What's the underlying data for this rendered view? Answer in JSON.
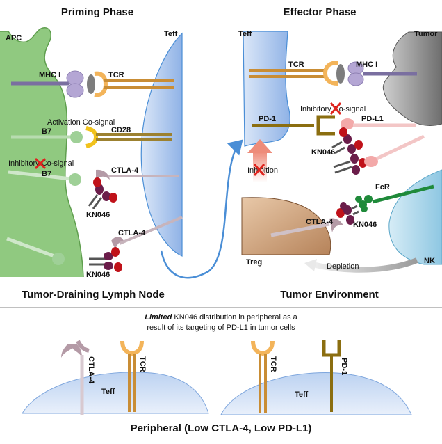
{
  "titles": {
    "priming": "Priming Phase",
    "effector": "Effector Phase",
    "lymph_node": "Tumor-Draining Lymph Node",
    "tumor_env": "Tumor Environment",
    "peripheral": "Peripheral (Low CTLA-4, Low PD-L1)"
  },
  "priming": {
    "apc": "APC",
    "teff": "Teff",
    "mhc": "MHC I",
    "tcr": "TCR",
    "activation": "Activation Co-signal",
    "b7_1": "B7",
    "cd28": "CD28",
    "inhibitory": "Inhibitory Co-signal",
    "b7_2": "B7",
    "ctla4_1": "CTLA-4",
    "kn046_1": "KN046",
    "ctla4_2": "CTLA-4",
    "kn046_2": "KN046"
  },
  "effector": {
    "teff": "Teff",
    "tumor": "Tumor",
    "tcr": "TCR",
    "mhc": "MHC I",
    "inhibitory": "Inhibitory Co-signal",
    "pd1": "PD-1",
    "pdl1": "PD-L1",
    "kn046_1": "KN046",
    "inhibition": "Inhibition",
    "fcr": "FcR",
    "ctla4": "CTLA-4",
    "kn046_2": "KN046",
    "treg": "Treg",
    "nk": "NK",
    "depletion": "Depletion"
  },
  "peripheral": {
    "caption_em": "Limited",
    "caption_rest": " KN046 distribution in peripheral as a",
    "caption_line2": "result of its targeting of PD-L1 in tumor cells",
    "ctla4": "CTLA-4",
    "tcr_1": "TCR",
    "teff_1": "Teff",
    "tcr_2": "TCR",
    "pd1": "PD-1",
    "teff_2": "Teff"
  },
  "colors": {
    "apc_green": "#7cc06a",
    "teff_blue": "#a9c6ee",
    "tumor_gray": "#8e8e8e",
    "treg_brown": "#c89a73",
    "nk_blue": "#a8d4ea",
    "kn046_red": "#c0121a",
    "kn046_purple": "#6b1d4a",
    "mhc_lilac": "#b4a6d4",
    "tcr_orange": "#f3b45a",
    "pd1_olive": "#8b6e10",
    "pdl1_pink": "#f3a9a9",
    "fcr_green": "#1f8a3a",
    "arrow_blue": "#4a8ed6"
  }
}
